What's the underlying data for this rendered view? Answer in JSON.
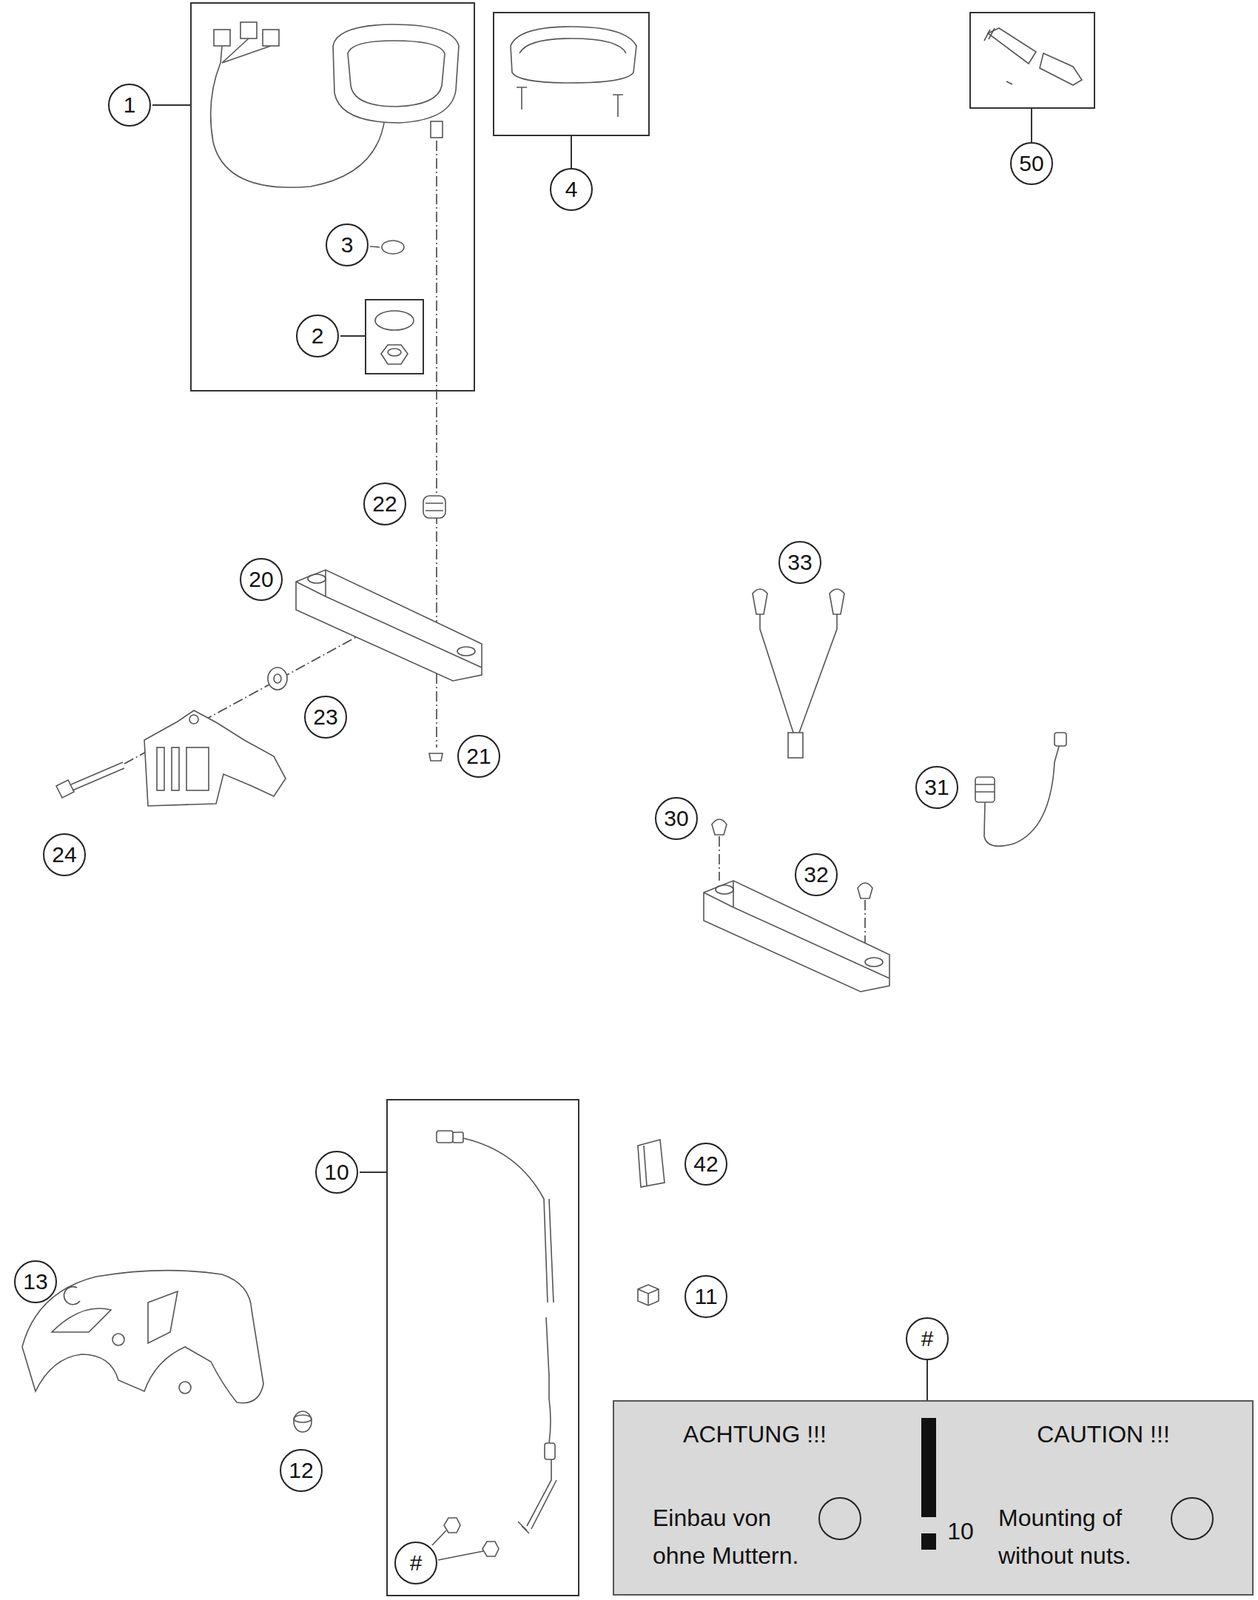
{
  "diagram": {
    "nodes": [
      {
        "text": [
          "1"
        ]
      },
      {
        "text": [
          "4"
        ]
      },
      {
        "text": [
          "50"
        ]
      },
      {
        "text": [
          "3"
        ]
      },
      {
        "text": [
          "2"
        ]
      },
      {
        "text": [
          "22"
        ]
      },
      {
        "text": [
          "20"
        ]
      },
      {
        "text": [
          "33"
        ]
      },
      {
        "text": [
          "23"
        ]
      },
      {
        "text": [
          "21"
        ]
      },
      {
        "text": [
          "31"
        ]
      },
      {
        "text": [
          "30"
        ]
      },
      {
        "text": [
          "24"
        ]
      },
      {
        "text": [
          "32"
        ]
      },
      {
        "text": [
          "10"
        ]
      },
      {
        "text": [
          "42"
        ]
      },
      {
        "text": [
          "13"
        ]
      },
      {
        "text": [
          "11"
        ]
      },
      {
        "text": [
          "#"
        ]
      },
      {
        "text": [
          "ACHTUNG !!!",
          "Einbau von",
          "ohne Muttern.",
          "CAUTION !!!",
          "Mounting of",
          "without nuts."
        ]
      },
      {
        "text": [
          "10"
        ],
        "in": 19
      },
      {
        "text": [
          "10"
        ],
        "in": 19
      },
      {
        "text": [
          "12"
        ]
      },
      {
        "text": [
          "#"
        ]
      }
    ],
    "edges": [
      {
        "from": 18,
        "to": 19,
        "arrow": "none"
      }
    ]
  }
}
